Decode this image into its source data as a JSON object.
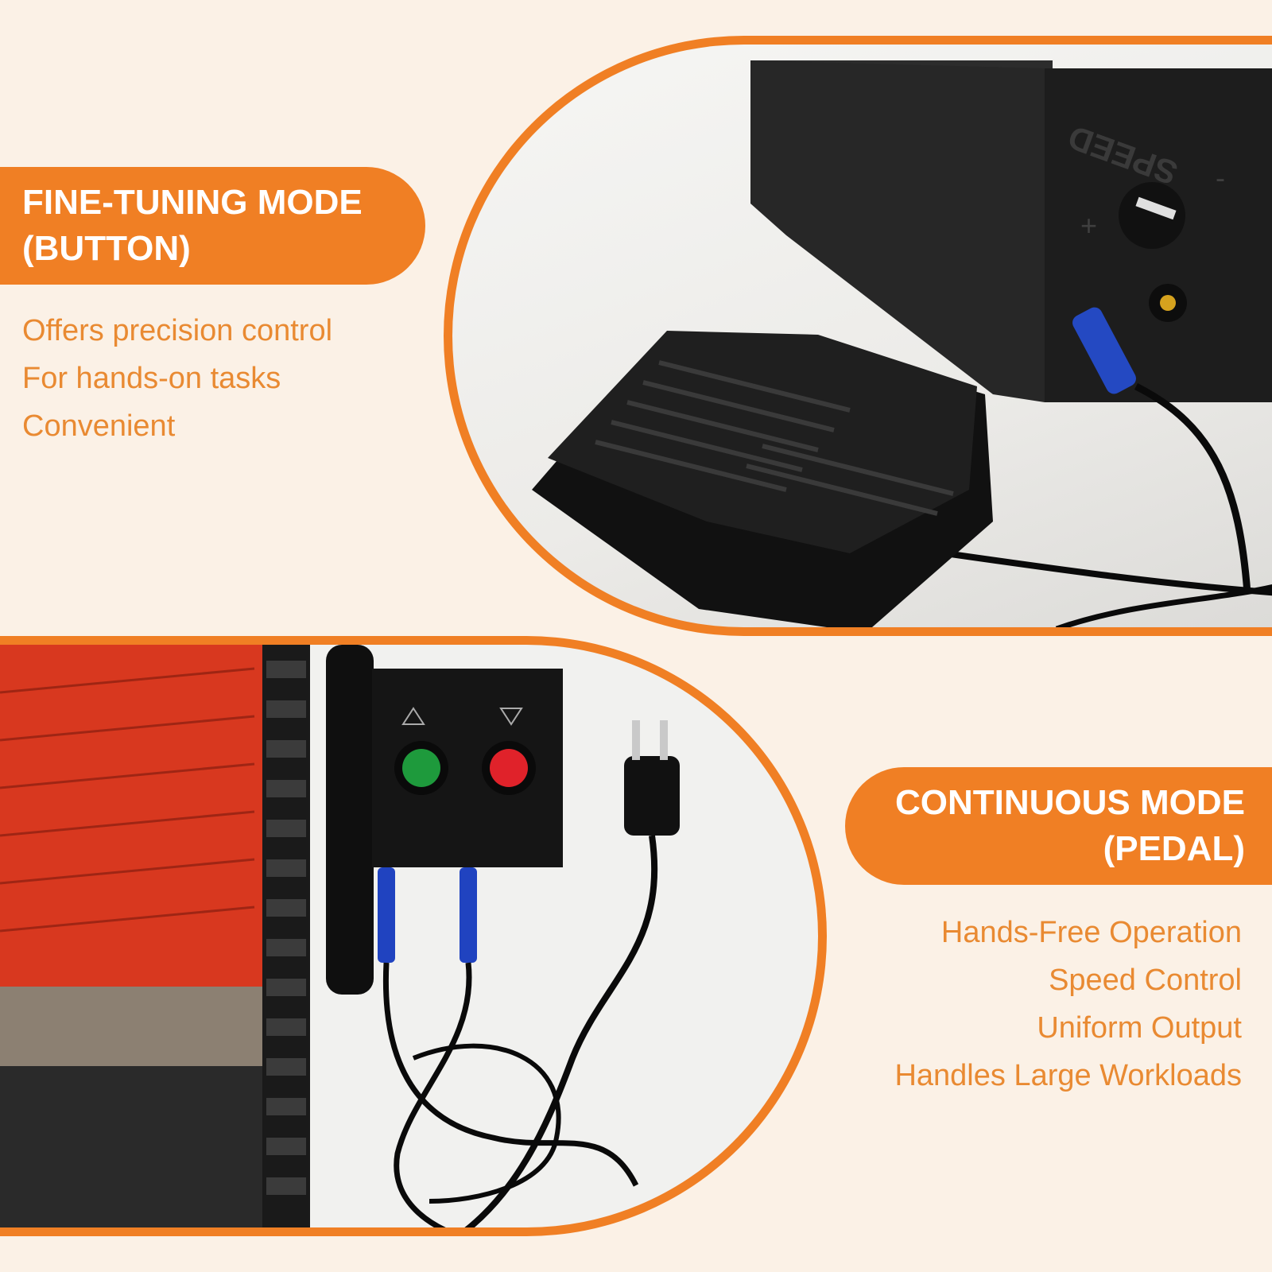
{
  "top_section": {
    "title_line1": "FINE-TUNING MODE",
    "title_line2": "(BUTTON)",
    "features": [
      "Offers precision control",
      "For hands-on tasks",
      "Convenient"
    ]
  },
  "bottom_section": {
    "title_line1": "CONTINUOUS MODE",
    "title_line2": "(PEDAL)",
    "features": [
      "Hands-Free Operation",
      "Speed Control",
      "Uniform Output",
      "Handles Large Workloads"
    ]
  },
  "photo_labels": {
    "knob_label": "SPEED",
    "plus_sign": "+",
    "minus_sign": "-"
  },
  "colors": {
    "accent": "#f07f24",
    "feature_text": "#e98a32",
    "background": "#fbf1e6"
  }
}
